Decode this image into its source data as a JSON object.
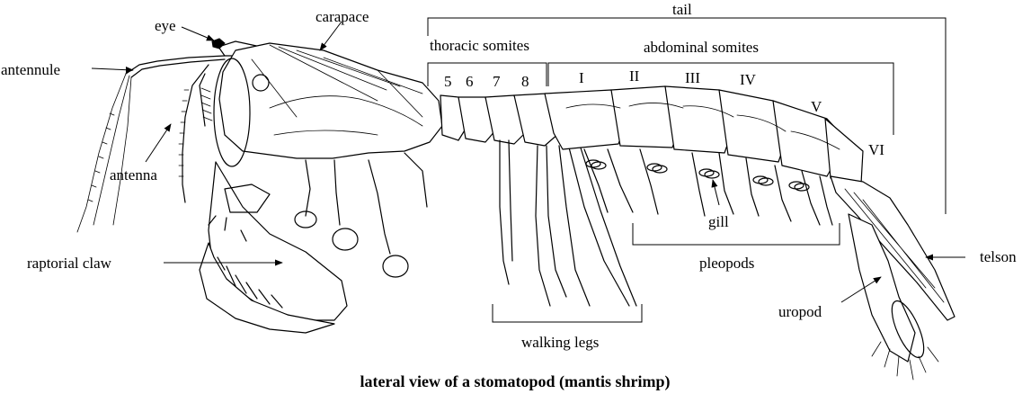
{
  "labels": {
    "eye": "eye",
    "carapace": "carapace",
    "antennule": "antennule",
    "antenna": "antenna",
    "raptorial_claw": "raptorial claw",
    "tail": "tail",
    "thoracic_somites": "thoracic somites",
    "abdominal_somites": "abdominal somites",
    "gill": "gill",
    "pleopods": "pleopods",
    "walking_legs": "walking legs",
    "telson": "telson",
    "uropod": "uropod"
  },
  "thoracic_numbers": [
    "5",
    "6",
    "7",
    "8"
  ],
  "abdominal_numerals": [
    "I",
    "II",
    "III",
    "IV",
    "V",
    "VI"
  ],
  "caption": "lateral view of a stomatopod (mantis shrimp)"
}
